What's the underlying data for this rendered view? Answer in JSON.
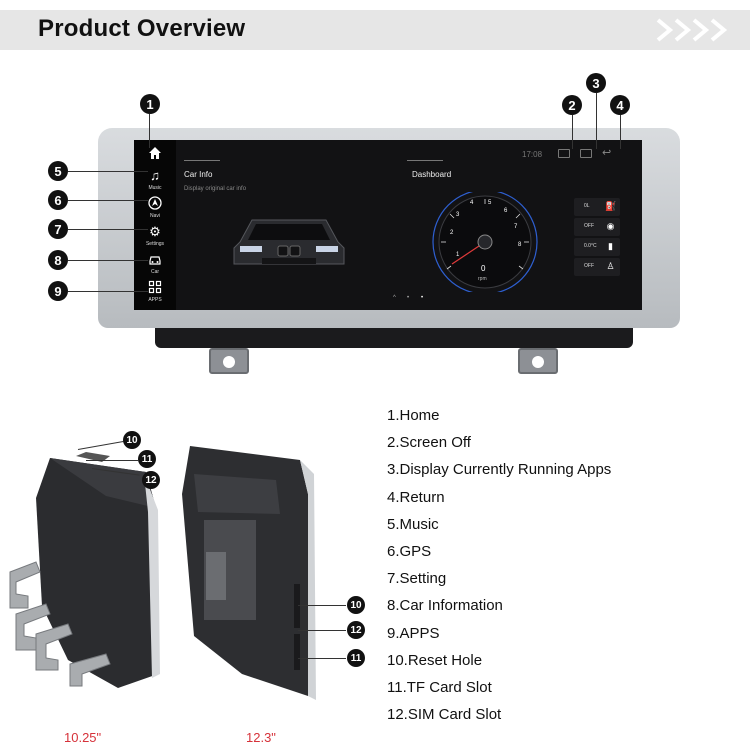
{
  "header": {
    "title": "Product Overview"
  },
  "screen": {
    "nav": [
      {
        "label": "",
        "icon": "home-icon"
      },
      {
        "label": "Music",
        "icon": "music-icon"
      },
      {
        "label": "Navi",
        "icon": "navigation-icon"
      },
      {
        "label": "Settings",
        "icon": "gear-icon"
      },
      {
        "label": "Car",
        "icon": "car-icon"
      },
      {
        "label": "APPS",
        "icon": "apps-grid-icon"
      }
    ],
    "status_time": "17:08",
    "car_info": {
      "title": "Car Info",
      "subtitle": "Display original car info"
    },
    "dashboard": {
      "title": "Dashboard",
      "gauge_value": "0",
      "gauge_unit": "rpm",
      "gauge_ticks": [
        "1",
        "2",
        "3",
        "4",
        "5",
        "6",
        "7",
        "8"
      ],
      "indicators": [
        {
          "text": "0L",
          "icon": "fuel-icon"
        },
        {
          "text": "OFF",
          "icon": "brake-icon"
        },
        {
          "text": "0.0°C",
          "icon": "temperature-icon"
        },
        {
          "text": "OFF",
          "icon": "seatbelt-icon"
        }
      ]
    },
    "pager": [
      "^",
      "•",
      "•"
    ]
  },
  "markers": {
    "m1": "1",
    "m2": "2",
    "m3": "3",
    "m4": "4",
    "m5": "5",
    "m6": "6",
    "m7": "7",
    "m8": "8",
    "m9": "9",
    "left_10": "10",
    "left_11": "11",
    "left_12": "12",
    "right_10": "10",
    "right_12": "12",
    "right_11": "11"
  },
  "features": [
    "1.Home",
    "2.Screen Off",
    "3.Display Currently Running Apps",
    "4.Return",
    "5.Music",
    "6.GPS",
    "7.Setting",
    "8.Car Information",
    "9.APPS",
    "10.Reset Hole",
    "11.TF Card Slot",
    "12.SIM Card Slot"
  ],
  "sizes": {
    "left": "10.25\"",
    "right": "12.3\""
  },
  "colors": {
    "header_bg": "#e6e6e6",
    "size_label": "#d6323a",
    "marker": "#111111"
  }
}
